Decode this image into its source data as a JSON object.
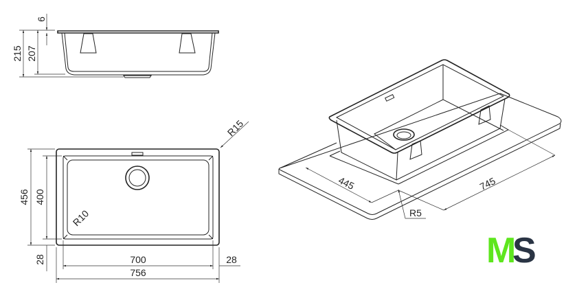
{
  "side_view": {
    "dims": {
      "total_height": "215",
      "bowl_height": "207",
      "flange": "6"
    }
  },
  "top_view": {
    "dims": {
      "outer_depth": "456",
      "inner_depth": "400",
      "inner_width": "700",
      "outer_width": "756",
      "border_left": "28",
      "border_right": "28",
      "corner_outer": "R15",
      "corner_inner": "R10"
    }
  },
  "iso_view": {
    "dims": {
      "cutout_depth": "445",
      "cutout_width": "745",
      "cutout_radius": "R5"
    }
  },
  "logo": {
    "text_left": "M",
    "text_right": "S",
    "color_left": "#5ee61e",
    "color_right": "#2a3444"
  }
}
